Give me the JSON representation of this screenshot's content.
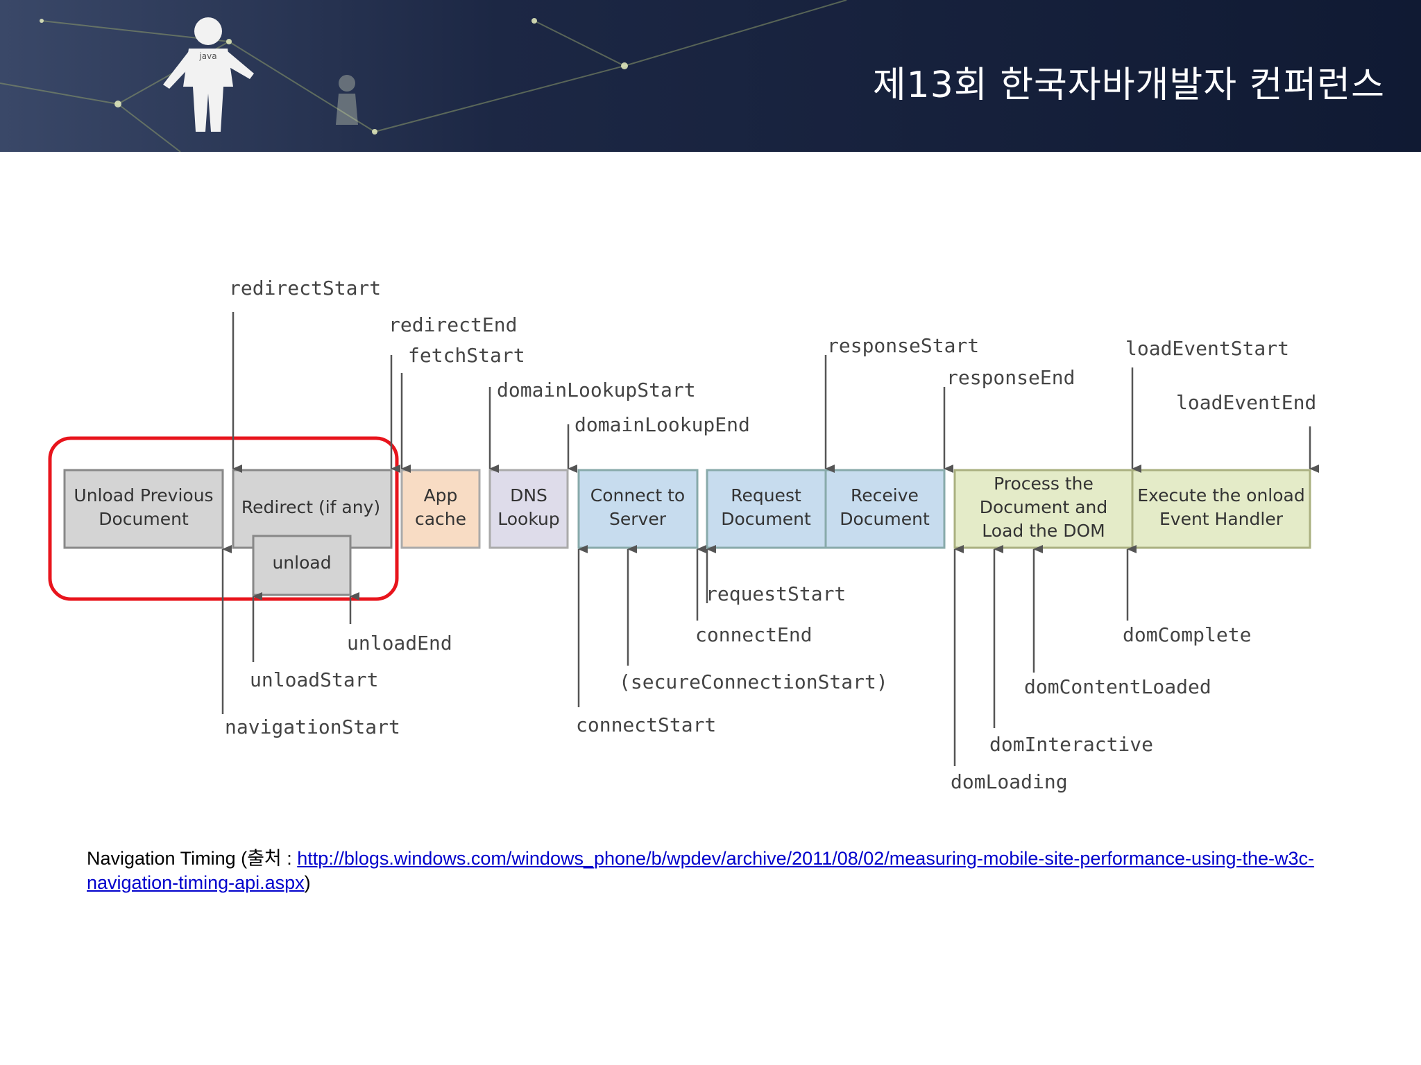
{
  "header": {
    "title": "제13회 한국자바개발자 컨퍼런스",
    "mascot_text": "java"
  },
  "diagram": {
    "boxes": [
      {
        "id": "unload-previous",
        "lines": [
          "Unload Previous",
          "Document"
        ],
        "color": "#d4d4d4"
      },
      {
        "id": "redirect",
        "lines": [
          "Redirect (if any)"
        ],
        "color": "#d4d4d4"
      },
      {
        "id": "unload",
        "lines": [
          "unload"
        ],
        "color": "#d4d4d4"
      },
      {
        "id": "app-cache",
        "lines": [
          "App",
          "cache"
        ],
        "color": "#f8dcc4"
      },
      {
        "id": "dns",
        "lines": [
          "DNS",
          "Lookup"
        ],
        "color": "#dedcea"
      },
      {
        "id": "connect",
        "lines": [
          "Connect to",
          "Server"
        ],
        "color": "#c7dcee"
      },
      {
        "id": "request",
        "lines": [
          "Request",
          "Document"
        ],
        "color": "#c7dcee"
      },
      {
        "id": "receive",
        "lines": [
          "Receive",
          "Document"
        ],
        "color": "#c7dcee"
      },
      {
        "id": "process",
        "lines": [
          "Process the",
          "Document and",
          "Load the DOM"
        ],
        "color": "#e4ebc8"
      },
      {
        "id": "onload",
        "lines": [
          "Execute the onload",
          "Event Handler"
        ],
        "color": "#e4ebc8"
      }
    ],
    "top_labels": [
      "redirectStart",
      "redirectEnd",
      "fetchStart",
      "domainLookupStart",
      "domainLookupEnd",
      "responseStart",
      "responseEnd",
      "loadEventStart",
      "loadEventEnd"
    ],
    "bottom_labels": [
      "unloadEnd",
      "unloadStart",
      "navigationStart",
      "requestStart",
      "connectEnd",
      "(secureConnectionStart)",
      "connectStart",
      "domComplete",
      "domContentLoaded",
      "domInteractive",
      "domLoading"
    ],
    "highlight_color": "#e8141c"
  },
  "caption": {
    "prefix": "Navigation Timing (출처 : ",
    "link": "http://blogs.windows.com/windows_phone/b/wpdev/archive/2011/08/02/measuring-mobile-site-performance-using-the-w3c-navigation-timing-api.aspx",
    "suffix": ")"
  }
}
